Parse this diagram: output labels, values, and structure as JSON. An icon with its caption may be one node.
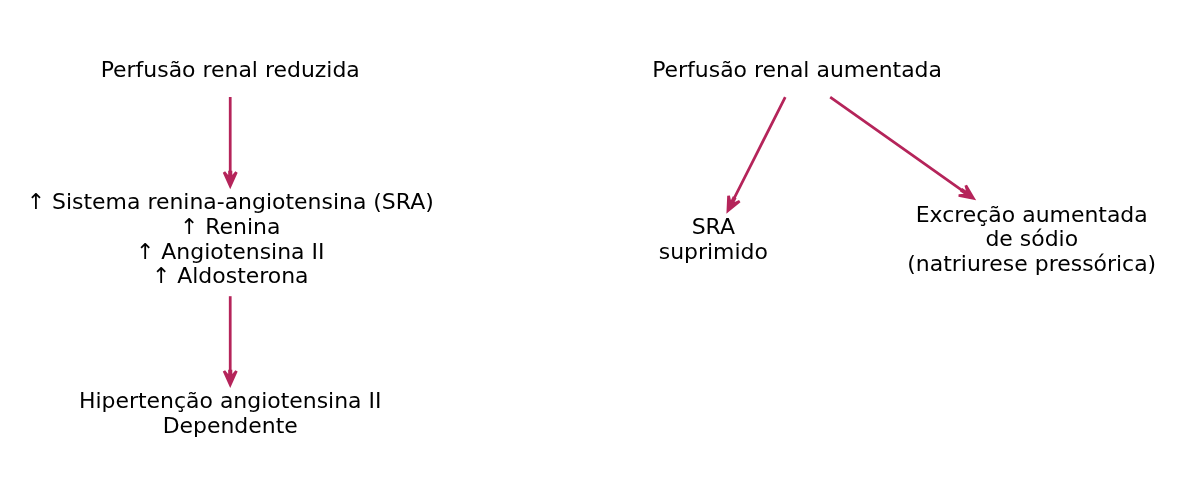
{
  "diagram": {
    "nodes": [
      {
        "text": [
          "Perfusão renal reduzida"
        ]
      },
      {
        "text": [
          "↑ Sistema renina-angiotensina (SRA)",
          "↑ Renina",
          "↑ Angiotensina II",
          "↑ Aldosterona"
        ]
      },
      {
        "text": [
          "Hipertenção angiotensina II Dependente"
        ]
      },
      {
        "text": [
          "Perfusão renal aumentada"
        ]
      },
      {
        "text": [
          "SRA suprimido"
        ]
      },
      {
        "text": [
          "Excreção aumentada de sódio (natriurese pressórica)"
        ]
      }
    ],
    "edges": [
      {
        "from": 0,
        "to": 1,
        "arrow": "to"
      },
      {
        "from": 1,
        "to": 2,
        "arrow": "to"
      },
      {
        "from": 3,
        "to": 4,
        "arrow": "to"
      },
      {
        "from": 3,
        "to": 5,
        "arrow": "to"
      }
    ]
  }
}
